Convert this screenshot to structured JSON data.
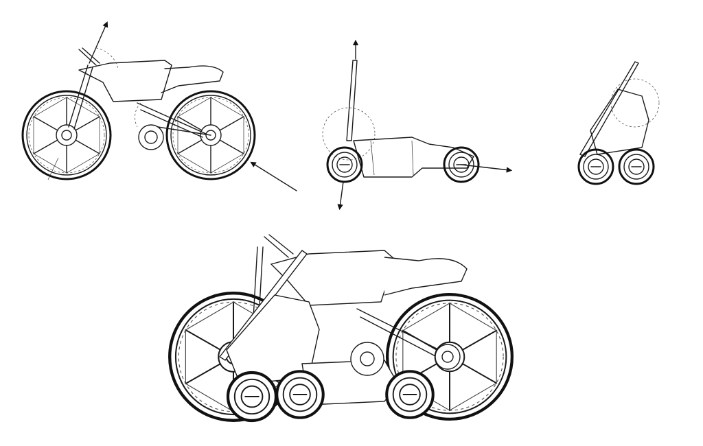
{
  "figure": {
    "description_text": "",
    "line_color": "#1a1a1a",
    "background": "#ffffff",
    "views": [
      "bike-mode",
      "scooter-mode",
      "folded-mode",
      "overlay"
    ]
  }
}
